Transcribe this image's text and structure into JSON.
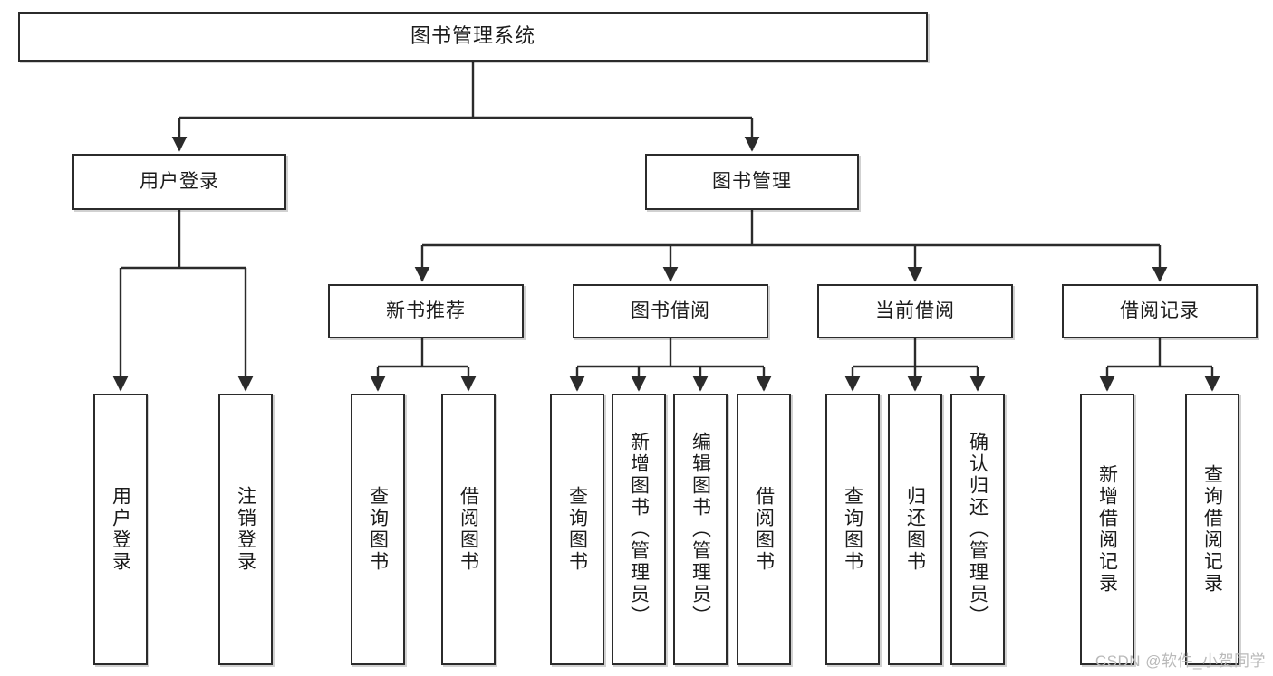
{
  "diagram": {
    "title": "图书管理系统",
    "type": "tree",
    "watermark": "CSDN @软件_小贺同学",
    "colors": {
      "box_border": "#2b2b2b",
      "box_fill": "#ffffff",
      "edge": "#2b2b2b",
      "text": "#1b1b1b",
      "watermark": "#b9b9b9"
    },
    "root": {
      "label": "图书管理系统"
    },
    "level2": [
      {
        "label": "用户登录"
      },
      {
        "label": "图书管理"
      }
    ],
    "level3": [
      {
        "label": "新书推荐"
      },
      {
        "label": "图书借阅"
      },
      {
        "label": "当前借阅"
      },
      {
        "label": "借阅记录"
      }
    ],
    "leaves": {
      "user_login": [
        {
          "label": "用户登录"
        },
        {
          "label": "注销登录"
        }
      ],
      "new_book_recommend": [
        {
          "label": "查询图书"
        },
        {
          "label": "借阅图书"
        }
      ],
      "book_borrow": [
        {
          "label": "查询图书"
        },
        {
          "label": "新增图书（管理员）"
        },
        {
          "label": "编辑图书（管理员）"
        },
        {
          "label": "借阅图书"
        }
      ],
      "current_borrow": [
        {
          "label": "查询图书"
        },
        {
          "label": "归还图书"
        },
        {
          "label": "确认归还（管理员）"
        }
      ],
      "borrow_record": [
        {
          "label": "新增借阅记录"
        },
        {
          "label": "查询借阅记录"
        }
      ]
    }
  }
}
